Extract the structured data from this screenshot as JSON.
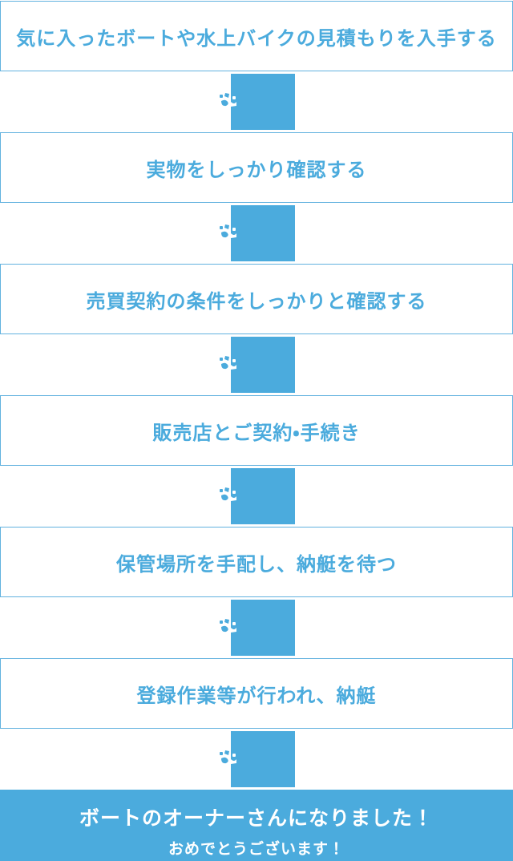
{
  "theme": {
    "primary_blue": "#4babdd",
    "box_border_blue": "#62b2df",
    "box_text_blue": "#4babdd",
    "final_text_white": "#ffffff"
  },
  "icons": {
    "connector": "down-arrow-icon"
  },
  "steps": [
    {
      "label": "気に入ったボートや水上バイクの見積もりを入手する"
    },
    {
      "label": "実物をしっかり確認する"
    },
    {
      "label": "売買契約の条件をしっかりと確認する"
    },
    {
      "label": "販売店とご契約・手続き"
    },
    {
      "label": "保管場所を手配し、納艇を待つ"
    },
    {
      "label": "登録作業等が行われ、納艇"
    }
  ],
  "final_step": {
    "title": "ボートのオーナーさんになりました！",
    "subtitle": "おめでとうございます！"
  }
}
